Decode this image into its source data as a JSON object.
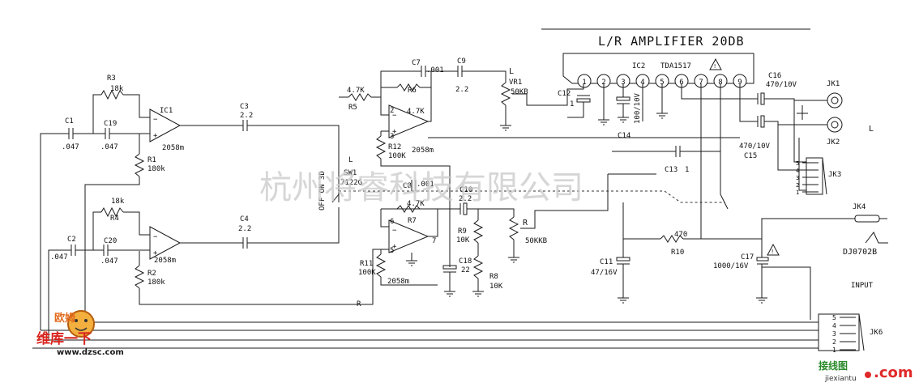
{
  "title": "L/R  AMPLIFIER 20DB",
  "ic2": {
    "ref": "IC2",
    "part": "TDA1517",
    "pins": [
      "1",
      "2",
      "3",
      "4",
      "5",
      "6",
      "7",
      "8",
      "9"
    ]
  },
  "opamps": [
    {
      "ref": "IC1",
      "part": "2058m"
    },
    {
      "ref": "",
      "part": "2058m"
    },
    {
      "ref": "",
      "part": "2058m"
    },
    {
      "ref": "",
      "part": "2058m"
    }
  ],
  "components": {
    "R3": "R3",
    "R3v": "18k",
    "C1": "C1",
    "C1v": ".047",
    "C19": "C19",
    "C19v": ".047",
    "R1": "R1",
    "R1v": "180k",
    "C3": "C3",
    "C3v": "2.2",
    "R4": "R4",
    "R4v": "18k",
    "C2": "C2",
    "C2v": ".047",
    "C20": "C20",
    "C20v": ".047",
    "R2": "R2",
    "R2v": "180k",
    "C4": "C4",
    "C4v": "2.2",
    "R5": "R5",
    "R5v": "4.7K",
    "R6": "R6",
    "R6v": "4.7K",
    "C7": "C7",
    "C7v": ".001",
    "C9": "C9",
    "C9v": "2.2",
    "VR1": "VR1",
    "VR1v": "50KB",
    "VR1L": "L",
    "R12": "R12",
    "R12v": "100K",
    "C12": "C12",
    "C14": "C14",
    "C14v": "100/10V",
    "C16": "C16",
    "C16v": "470/10V",
    "C15": "C15",
    "C15v": "470/10V",
    "C13": "C13",
    "SW1": "SW1",
    "SW1part": "7122G",
    "offon": "OFF ON 3D",
    "R7": "R7",
    "R7v": "4.7K",
    "C8": "C8",
    "C8v": ".001",
    "C10": "C10",
    "C10v": "2.2",
    "VR_R": "R",
    "VR_Rv": "50KKB",
    "R9": "R9",
    "R9v": "10K",
    "R8": "R8",
    "R8v": "10K",
    "C18": "C18",
    "C18v": "22",
    "R11": "R11",
    "R11v": "100K",
    "C11": "C11",
    "C11v": "47/16V",
    "R10": "R10",
    "R10v": "470",
    "C17": "C17",
    "C17v": "1000/16V",
    "JK1": "JK1",
    "JK2": "JK2",
    "JK3": "JK3",
    "JK4": "JK4",
    "JK6": "JK6",
    "DJ": "DJ0702B",
    "INPUT": "INPUT",
    "Lmark": "L",
    "Lmark2": "L",
    "Rmark": "R",
    "pin2": "2",
    "pin3": "3",
    "pin5": "5",
    "pin6": "6",
    "pin7": "7",
    "one": "1",
    "jk3pins": [
      "5",
      "4",
      "3",
      "2",
      "1"
    ],
    "jk6pins": [
      "5",
      "4",
      "3",
      "2",
      "1"
    ]
  },
  "watermarks": {
    "center": "杭州将睿科技有限公司",
    "logo_cn": "维库一下",
    "logo_url": "www.dzsc.com",
    "logo_badge": "欧姆",
    "jiexian_cn": "接线图",
    "jiexian_url": "jiexiantu",
    "jiexian_com": ".com"
  }
}
